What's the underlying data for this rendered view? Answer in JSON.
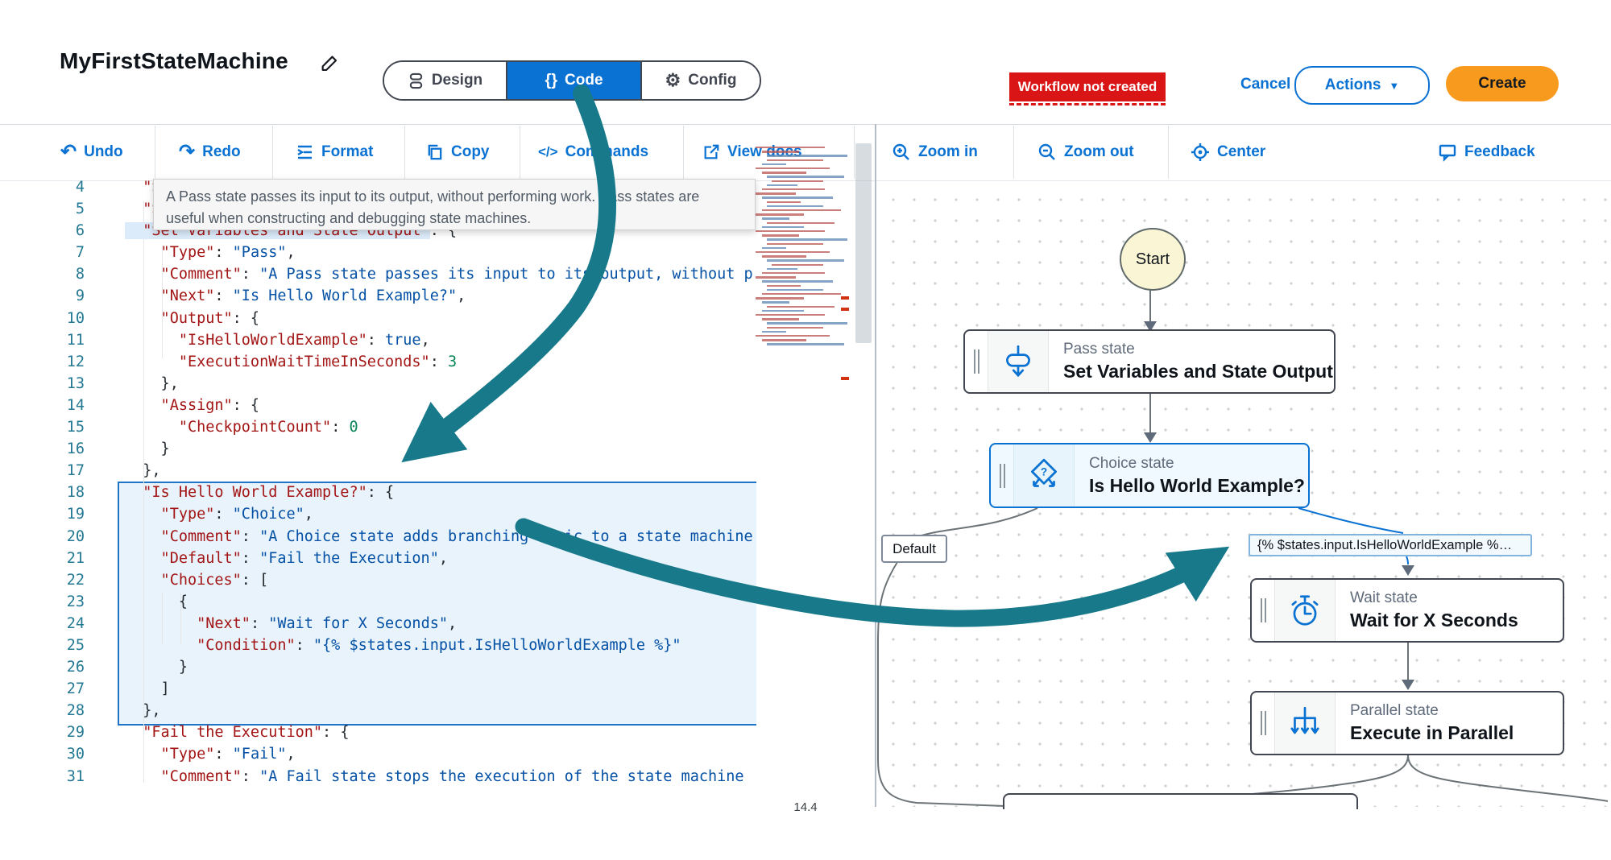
{
  "header": {
    "title": "MyFirstStateMachine",
    "tabs": [
      {
        "label": "Design"
      },
      {
        "label": "Code"
      },
      {
        "label": "Config"
      }
    ],
    "status_badge": "Workflow not created",
    "cancel_label": "Cancel",
    "actions_label": "Actions",
    "create_label": "Create"
  },
  "icons": {
    "undo_glyph": "↶",
    "redo_glyph": "↷",
    "commands_glyph": "</>",
    "braces_glyph": "{}",
    "gear_glyph": "⚙",
    "caret_glyph": "▼"
  },
  "editor_toolbar": {
    "undo": "Undo",
    "redo": "Redo",
    "format": "Format",
    "copy": "Copy",
    "commands": "Commands",
    "view_docs": "View docs"
  },
  "diagram_toolbar": {
    "zoom_in": "Zoom in",
    "zoom_out": "Zoom out",
    "center": "Center",
    "feedback": "Feedback"
  },
  "tooltip": {
    "line1": "A Pass state passes its input to its output, without performing work. Pass states are",
    "line2": "useful when constructing and debugging state machines."
  },
  "code": {
    "lines": [
      {
        "n": 4,
        "seg": [
          [
            "k",
            "  \"S"
          ]
        ]
      },
      {
        "n": 5,
        "seg": [
          [
            "k",
            "  \"S"
          ]
        ]
      },
      {
        "n": 6,
        "seg": [
          [
            "k hl",
            "  \"Set Variables and State Output\""
          ],
          [
            "p",
            ": {"
          ]
        ]
      },
      {
        "n": 7,
        "seg": [
          [
            "k",
            "    \"Type\""
          ],
          [
            "p",
            ": "
          ],
          [
            "s",
            "\"Pass\""
          ],
          [
            "p",
            ","
          ]
        ]
      },
      {
        "n": 8,
        "seg": [
          [
            "k",
            "    \"Comment\""
          ],
          [
            "p",
            ": "
          ],
          [
            "s",
            "\"A Pass state passes its input to its output, without p"
          ]
        ]
      },
      {
        "n": 9,
        "seg": [
          [
            "k",
            "    \"Next\""
          ],
          [
            "p",
            ": "
          ],
          [
            "s",
            "\"Is Hello World Example?\""
          ],
          [
            "p",
            ","
          ]
        ]
      },
      {
        "n": 10,
        "seg": [
          [
            "k",
            "    \"Output\""
          ],
          [
            "p",
            ": {"
          ]
        ]
      },
      {
        "n": 11,
        "seg": [
          [
            "k",
            "      \"IsHelloWorldExample\""
          ],
          [
            "p",
            ": "
          ],
          [
            "kw",
            "true"
          ],
          [
            "p",
            ","
          ]
        ]
      },
      {
        "n": 12,
        "seg": [
          [
            "k",
            "      \"ExecutionWaitTimeInSeconds\""
          ],
          [
            "p",
            ": "
          ],
          [
            "num",
            "3"
          ]
        ]
      },
      {
        "n": 13,
        "seg": [
          [
            "p",
            "    },"
          ]
        ]
      },
      {
        "n": 14,
        "seg": [
          [
            "k",
            "    \"Assign\""
          ],
          [
            "p",
            ": {"
          ]
        ]
      },
      {
        "n": 15,
        "seg": [
          [
            "k",
            "      \"CheckpointCount\""
          ],
          [
            "p",
            ": "
          ],
          [
            "num",
            "0"
          ]
        ]
      },
      {
        "n": 16,
        "seg": [
          [
            "p",
            "    }"
          ]
        ]
      },
      {
        "n": 17,
        "seg": [
          [
            "p",
            "  },"
          ]
        ]
      },
      {
        "n": 18,
        "seg": [
          [
            "k",
            "  \"Is Hello World Example?\""
          ],
          [
            "p",
            ": {"
          ]
        ]
      },
      {
        "n": 19,
        "seg": [
          [
            "k",
            "    \"Type\""
          ],
          [
            "p",
            ": "
          ],
          [
            "s",
            "\"Choice\""
          ],
          [
            "p",
            ","
          ]
        ]
      },
      {
        "n": 20,
        "seg": [
          [
            "k",
            "    \"Comment\""
          ],
          [
            "p",
            ": "
          ],
          [
            "s",
            "\"A Choice state adds branching logic to a state machine"
          ]
        ]
      },
      {
        "n": 21,
        "seg": [
          [
            "k",
            "    \"Default\""
          ],
          [
            "p",
            ": "
          ],
          [
            "s",
            "\"Fail the Execution\""
          ],
          [
            "p",
            ","
          ]
        ]
      },
      {
        "n": 22,
        "seg": [
          [
            "k",
            "    \"Choices\""
          ],
          [
            "p",
            ": ["
          ]
        ]
      },
      {
        "n": 23,
        "seg": [
          [
            "p",
            "      {"
          ]
        ]
      },
      {
        "n": 24,
        "seg": [
          [
            "k",
            "        \"Next\""
          ],
          [
            "p",
            ": "
          ],
          [
            "s",
            "\"Wait for X Seconds\""
          ],
          [
            "p",
            ","
          ]
        ]
      },
      {
        "n": 25,
        "seg": [
          [
            "k",
            "        \"Condition\""
          ],
          [
            "p",
            ": "
          ],
          [
            "s",
            "\"{% $states.input.IsHelloWorldExample %}\""
          ]
        ]
      },
      {
        "n": 26,
        "seg": [
          [
            "p",
            "      }"
          ]
        ]
      },
      {
        "n": 27,
        "seg": [
          [
            "p",
            "    ]"
          ]
        ]
      },
      {
        "n": 28,
        "seg": [
          [
            "p",
            "  },"
          ]
        ]
      },
      {
        "n": 29,
        "seg": [
          [
            "k",
            "  \"Fail the Execution\""
          ],
          [
            "p",
            ": {"
          ]
        ]
      },
      {
        "n": 30,
        "seg": [
          [
            "k",
            "    \"Type\""
          ],
          [
            "p",
            ": "
          ],
          [
            "s",
            "\"Fail\""
          ],
          [
            "p",
            ","
          ]
        ]
      },
      {
        "n": 31,
        "seg": [
          [
            "k",
            "    \"Comment\""
          ],
          [
            "p",
            ": "
          ],
          [
            "s",
            "\"A Fail state stops the execution of the state machine"
          ]
        ]
      }
    ]
  },
  "diagram": {
    "start_label": "Start",
    "nodes": [
      {
        "type": "Pass state",
        "name": "Set Variables and State Output"
      },
      {
        "type": "Choice state",
        "name": "Is Hello World Example?"
      },
      {
        "type": "Wait state",
        "name": "Wait for X Seconds"
      },
      {
        "type": "Parallel state",
        "name": "Execute in Parallel"
      }
    ],
    "default_label": "Default",
    "condition_label": "{% $states.input.IsHelloWorldExample %…"
  },
  "footer": {
    "page_number": "14.4"
  },
  "colors": {
    "accent_blue": "#0972d3",
    "selection_blue": "#1f74c8",
    "badge_red": "#d91515",
    "create_orange": "#f79a1d",
    "annotation_teal": "#17798a"
  }
}
